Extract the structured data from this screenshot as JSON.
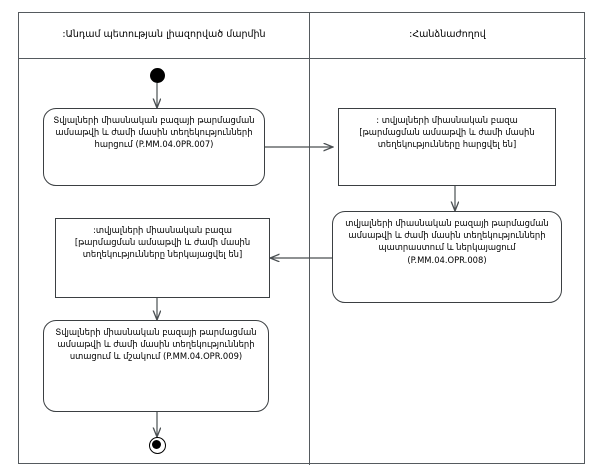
{
  "diagram": {
    "type": "uml-activity-diagram",
    "lanes": [
      {
        "id": "member-state-authority",
        "title": ":Անդամ պետության լիազորված մարմին"
      },
      {
        "id": "commission",
        "title": ":Հանձնաժողով"
      }
    ],
    "nodes": [
      {
        "id": "start",
        "kind": "initial-node",
        "lane": "member-state-authority"
      },
      {
        "id": "activity-007",
        "kind": "activity",
        "lane": "member-state-authority",
        "text": "Տվյալների միասնական բազայի թարմացման ամսաթվի և ժամի մասին տեղեկությունների հարցում (P.MM.04.0PR.007)",
        "code": "P.MM.04.0PR.007"
      },
      {
        "id": "object-requested",
        "kind": "object-node",
        "lane": "commission",
        "text": ": տվյալների միասնական բազա [թարմացման ամսաթվի և ժամի մասին տեղեկությունները հարցվել են]"
      },
      {
        "id": "activity-008",
        "kind": "activity",
        "lane": "commission",
        "text": "տվյալների միասնական բազայի թարմացման ամսաթվի և ժամի մասին տեղեկությունների պատրաստում և ներկայացում (P.MM.04.OPR.008)",
        "code": "P.MM.04.OPR.008"
      },
      {
        "id": "object-presented",
        "kind": "object-node",
        "lane": "member-state-authority",
        "text": ":տվյալների միասնական բազա [թարմացման ամսաթվի և ժամի մասին տեղեկությունները ներկայացվել են]"
      },
      {
        "id": "activity-009",
        "kind": "activity",
        "lane": "member-state-authority",
        "text": "Տվյալների միասնական բազայի թարմացման ամսաթվի և ժամի մասին տեղեկությունների ստացում և մշակում (P.MM.04.OPR.009)",
        "code": "P.MM.04.OPR.009"
      },
      {
        "id": "end",
        "kind": "final-node",
        "lane": "member-state-authority"
      }
    ],
    "flows": [
      {
        "from": "start",
        "to": "activity-007",
        "direction": "down"
      },
      {
        "from": "activity-007",
        "to": "object-requested",
        "direction": "right"
      },
      {
        "from": "object-requested",
        "to": "activity-008",
        "direction": "down"
      },
      {
        "from": "activity-008",
        "to": "object-presented",
        "direction": "left"
      },
      {
        "from": "object-presented",
        "to": "activity-009",
        "direction": "down"
      },
      {
        "from": "activity-009",
        "to": "end",
        "direction": "down"
      }
    ],
    "colors": {
      "frame_border": "#555a5e",
      "node_border": "#3b3f42",
      "flow_line": "#4a4f52",
      "node_fill": "#ffffff",
      "terminal_fill": "#000000",
      "background": "#ffffff"
    }
  }
}
